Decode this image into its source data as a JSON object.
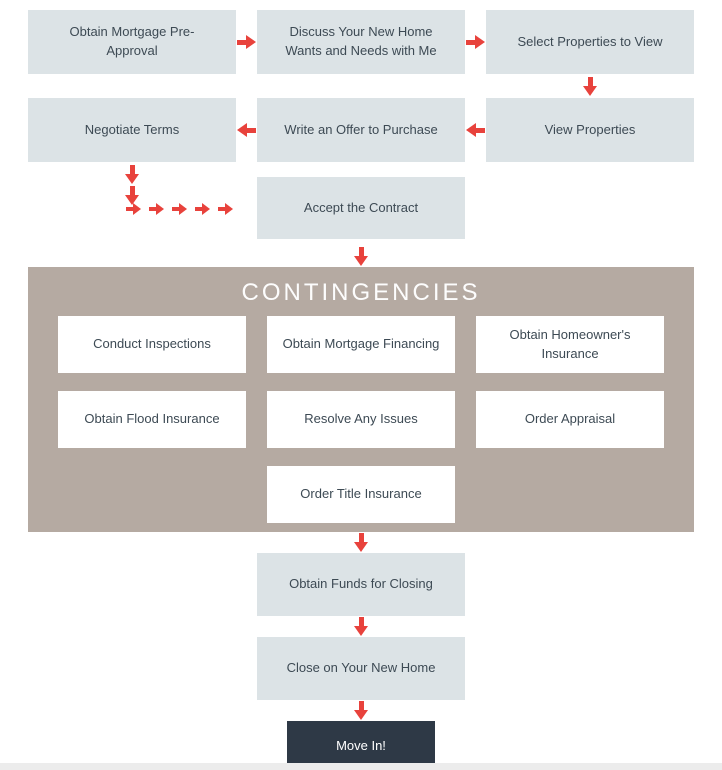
{
  "diagram": {
    "steps_row1": [
      "Obtain Mortgage Pre-Approval",
      "Discuss Your New Home Wants and Needs with Me",
      "Select Properties to View"
    ],
    "steps_row2": [
      "Negotiate Terms",
      "Write an Offer to Purchase",
      "View Properties"
    ],
    "accept_step": "Accept the Contract",
    "contingencies_title": "CONTINGENCIES",
    "contingency_items": [
      "Conduct Inspections",
      "Obtain Mortgage Financing",
      "Obtain Homeowner's Insurance",
      "Obtain Flood Insurance",
      "Resolve Any Issues",
      "Order Appraisal",
      "Order Title Insurance"
    ],
    "closing_steps": [
      "Obtain Funds for Closing",
      "Close on Your New Home"
    ],
    "final_step": "Move In!"
  },
  "colors": {
    "step_box_bg": "#dce3e6",
    "arrow_red": "#e8423c",
    "contingencies_bg": "#b5aaa2",
    "contingency_box_bg": "#ffffff",
    "final_box_bg": "#2e3946",
    "text": "#3d4a54",
    "title_text": "#fdfdfd"
  }
}
